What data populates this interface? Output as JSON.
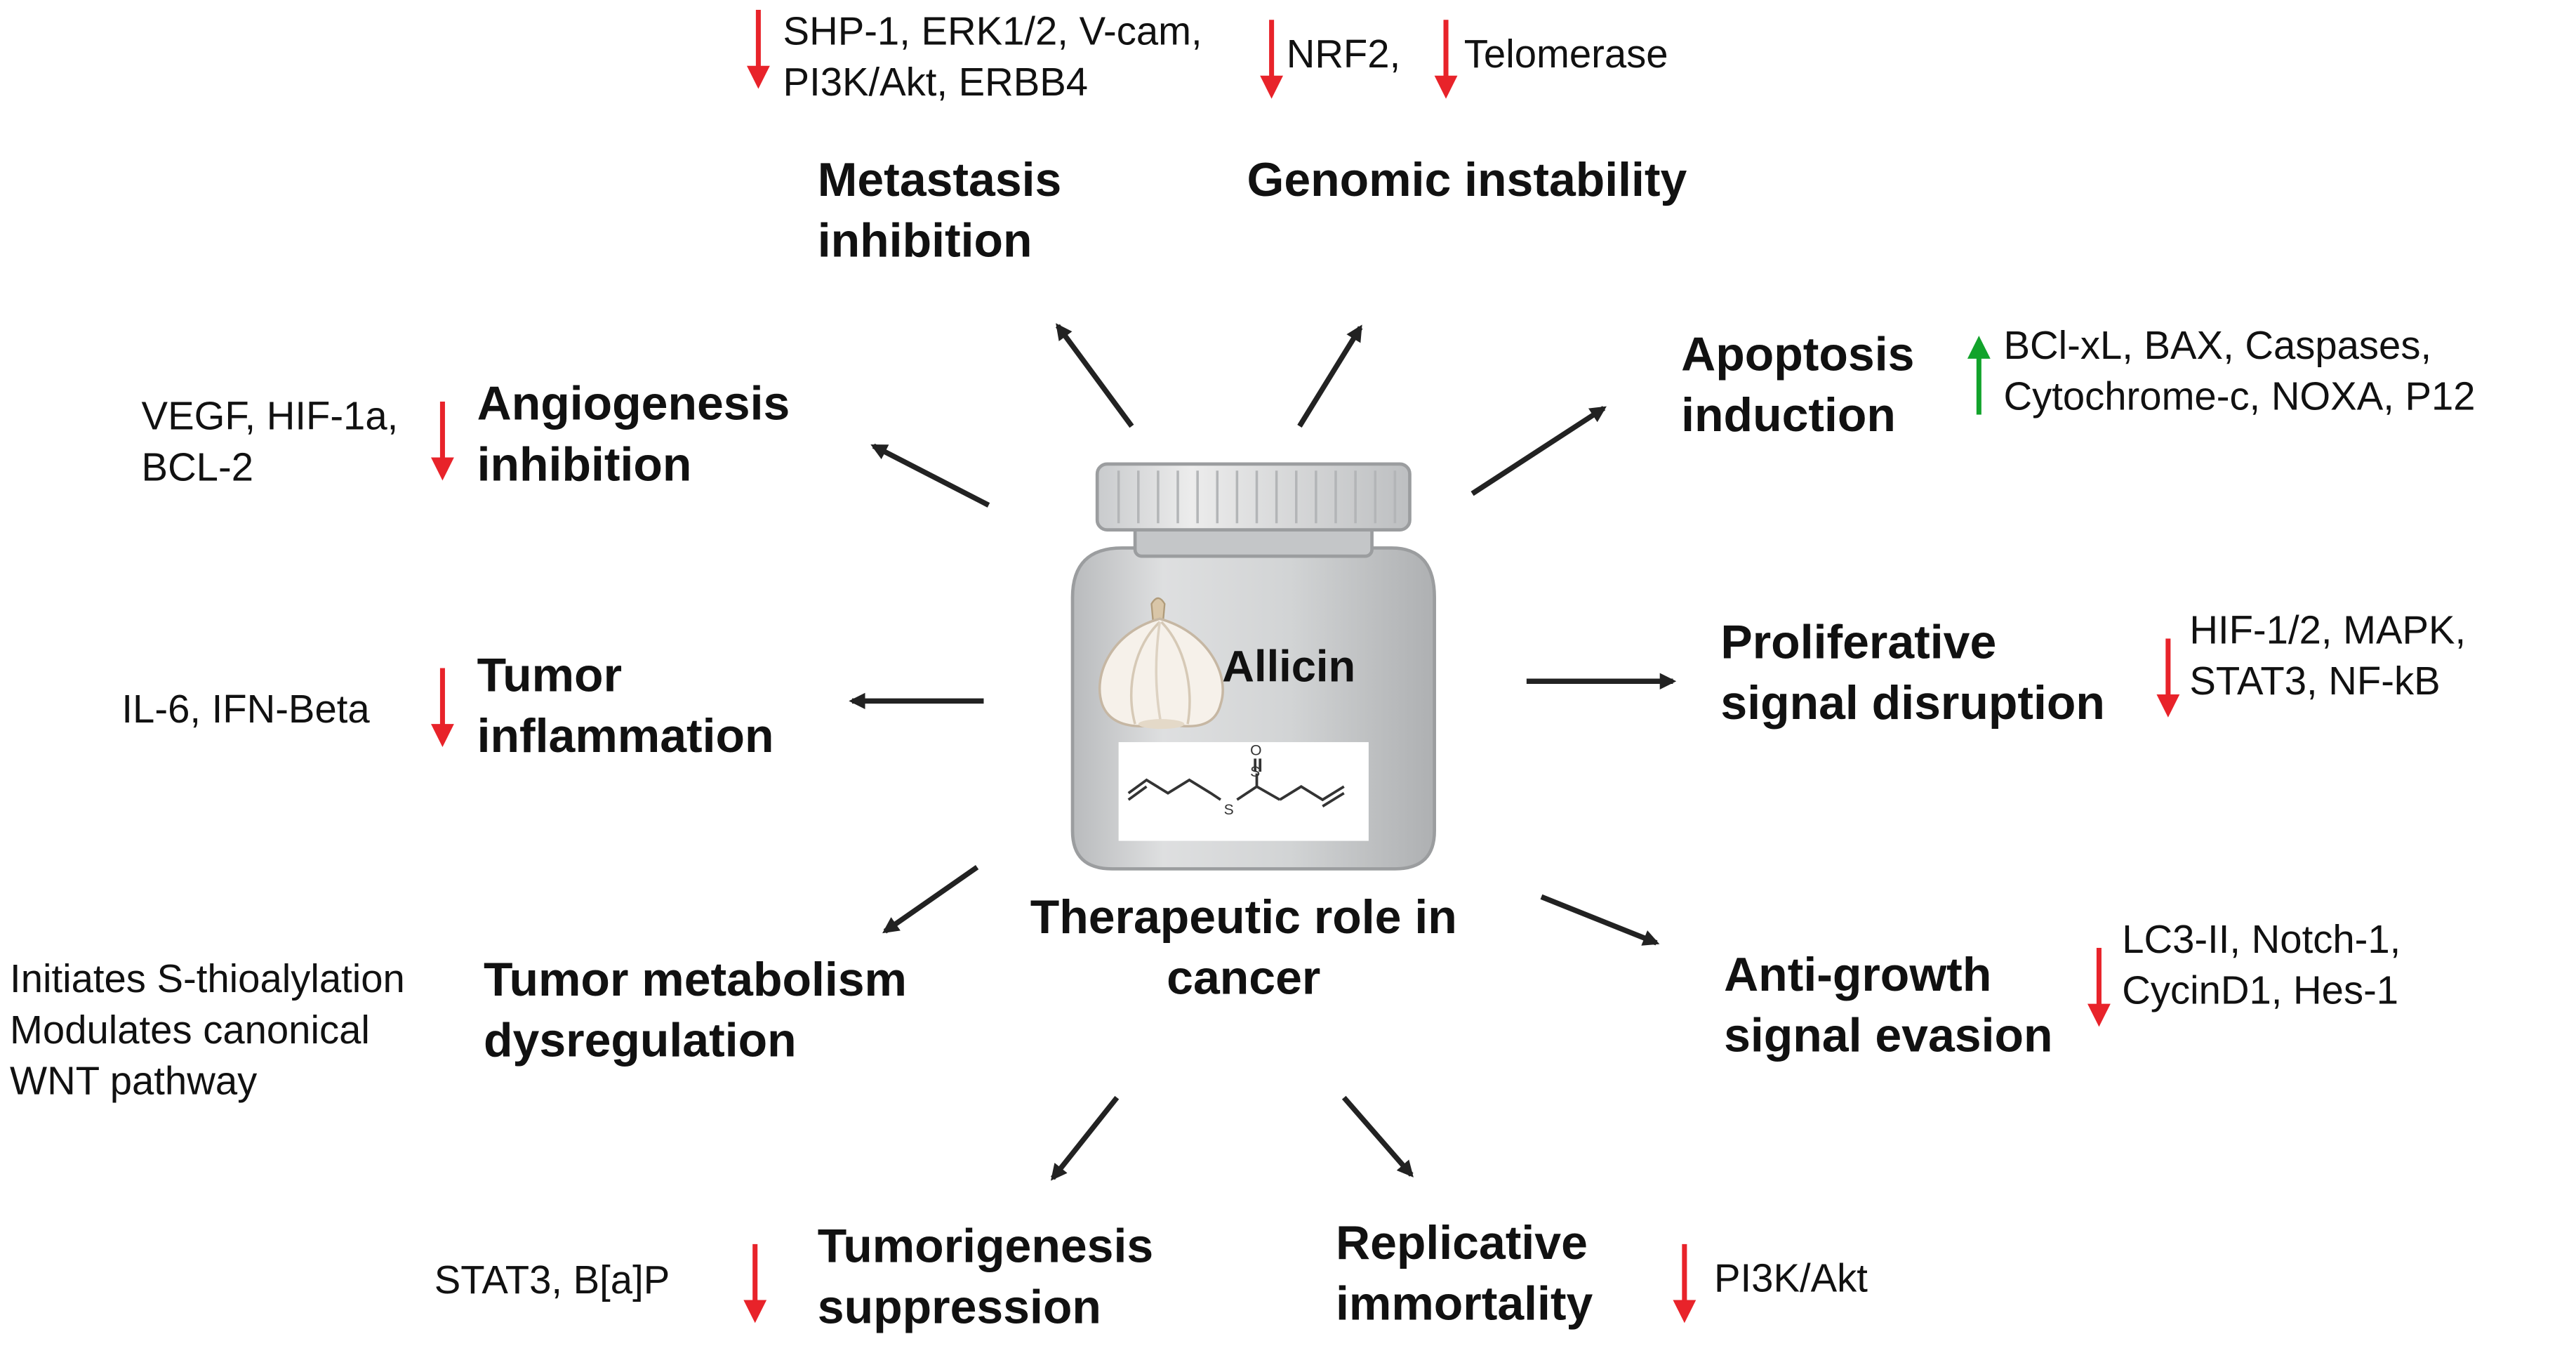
{
  "center": {
    "compound": "Allicin",
    "title": [
      "Therapeutic role in",
      "cancer"
    ]
  },
  "colors": {
    "down": "#e8232a",
    "up": "#12a32b",
    "arrow": "#222222",
    "jar": "#cfd1d3"
  },
  "hallmarks": {
    "metastasis": {
      "label": [
        "Metastasis",
        "inhibition"
      ],
      "direction": "down",
      "markers": [
        "SHP-1, ERK1/2, V-cam,",
        "PI3K/Akt, ERBB4"
      ]
    },
    "genomic": {
      "label": [
        "Genomic instability"
      ],
      "direction": "down",
      "markers_a": [
        "NRF2,"
      ],
      "markers_b": [
        "Telomerase"
      ]
    },
    "apoptosis": {
      "label": [
        "Apoptosis",
        "induction"
      ],
      "direction": "up",
      "markers": [
        "BCl-xL, BAX, Caspases,",
        "Cytochrome-c, NOXA, P12"
      ]
    },
    "angiogenesis": {
      "label": [
        "Angiogenesis",
        "inhibition"
      ],
      "direction": "down",
      "markers": [
        "VEGF, HIF-1a,",
        "BCL-2"
      ]
    },
    "proliferative": {
      "label": [
        "Proliferative",
        "signal disruption"
      ],
      "direction": "down",
      "markers": [
        "HIF-1/2, MAPK,",
        "STAT3, NF-kB"
      ]
    },
    "inflammation": {
      "label": [
        "Tumor",
        "inflammation"
      ],
      "direction": "down",
      "markers": [
        "IL-6, IFN-Beta"
      ]
    },
    "antigrowth": {
      "label": [
        "Anti-growth",
        "signal evasion"
      ],
      "direction": "down",
      "markers": [
        "LC3-II, Notch-1,",
        "CycinD1, Hes-1"
      ]
    },
    "metabolism": {
      "label": [
        "Tumor metabolism",
        "dysregulation"
      ],
      "markers": [
        "Initiates S-thioalylation",
        "Modulates canonical",
        "WNT pathway"
      ]
    },
    "tumorigenesis": {
      "label": [
        "Tumorigenesis",
        "suppression"
      ],
      "direction": "down",
      "markers": [
        "STAT3, B[a]P"
      ]
    },
    "replicative": {
      "label": [
        "Replicative",
        "immortality"
      ],
      "direction": "down",
      "markers": [
        "PI3K/Akt"
      ]
    }
  }
}
